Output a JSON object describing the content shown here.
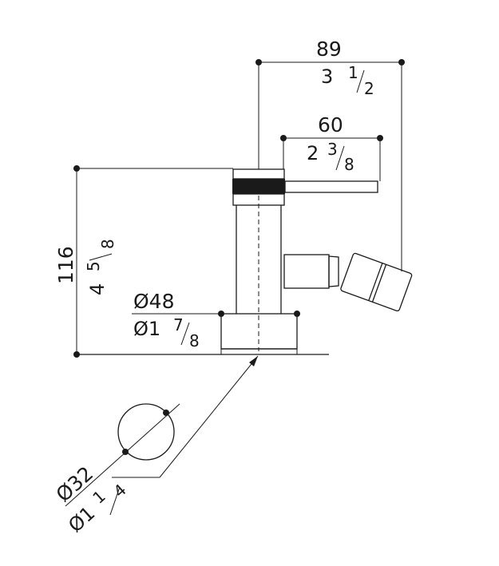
{
  "dimensions": {
    "width_total": {
      "mm": "89",
      "inch_whole": "3",
      "inch_num": "1",
      "inch_den": "2"
    },
    "spout_reach": {
      "mm": "60",
      "inch_whole": "2",
      "inch_num": "3",
      "inch_den": "8"
    },
    "height": {
      "mm": "116",
      "inch_whole": "4",
      "inch_num": "5",
      "inch_den": "8"
    },
    "base_diameter": {
      "mm": "Ø48",
      "inch_whole": "Ø1",
      "inch_num": "7",
      "inch_den": "8"
    },
    "hole_diameter": {
      "mm": "Ø32",
      "inch_whole": "Ø1",
      "inch_num": "1",
      "inch_den": "4"
    }
  }
}
